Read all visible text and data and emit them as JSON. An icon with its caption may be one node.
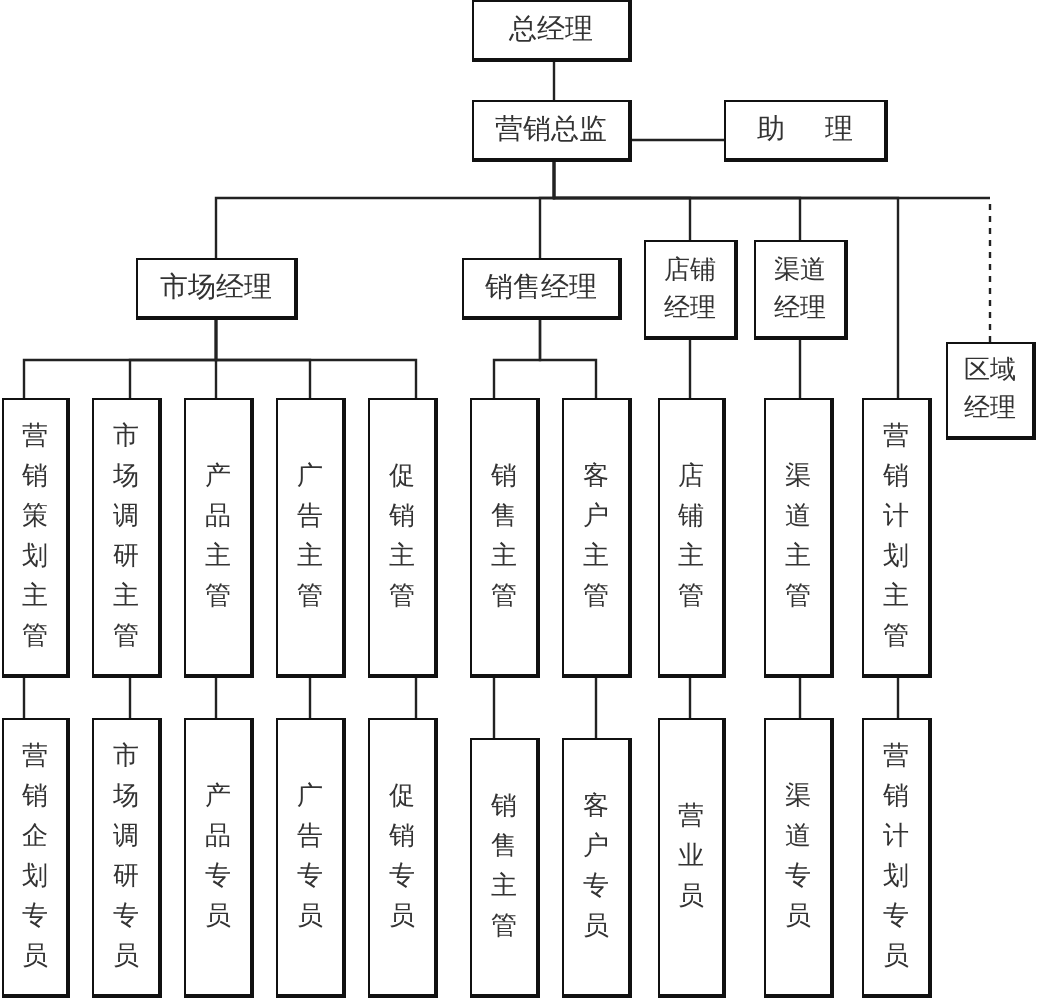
{
  "diagram": {
    "nodes": [
      {
        "text": [
          "总经理"
        ]
      },
      {
        "text": [
          "营销总监"
        ]
      },
      {
        "text": [
          "助 理"
        ]
      },
      {
        "text": [
          "市场经理"
        ]
      },
      {
        "text": [
          "销售经理"
        ]
      },
      {
        "text": [
          "店铺经理"
        ]
      },
      {
        "text": [
          "渠道经理"
        ]
      },
      {
        "text": [
          "区域经理"
        ]
      },
      {
        "text": [
          "营销策划主管"
        ]
      },
      {
        "text": [
          "市场调研主管"
        ]
      },
      {
        "text": [
          "产品主管"
        ]
      },
      {
        "text": [
          "广告主管"
        ]
      },
      {
        "text": [
          "促销主管"
        ]
      },
      {
        "text": [
          "销售主管"
        ]
      },
      {
        "text": [
          "客户主管"
        ]
      },
      {
        "text": [
          "店铺主管"
        ]
      },
      {
        "text": [
          "渠道主管"
        ]
      },
      {
        "text": [
          "营销计划主管"
        ]
      },
      {
        "text": [
          "营销企划专员"
        ]
      },
      {
        "text": [
          "市场调研专员"
        ]
      },
      {
        "text": [
          "产品专员"
        ]
      },
      {
        "text": [
          "广告专员"
        ]
      },
      {
        "text": [
          "促销专员"
        ]
      },
      {
        "text": [
          "销售主管"
        ]
      },
      {
        "text": [
          "客户专员"
        ]
      },
      {
        "text": [
          "营业员"
        ]
      },
      {
        "text": [
          "渠道专员"
        ]
      },
      {
        "text": [
          "营销计划专员"
        ]
      }
    ],
    "edges": [
      {
        "from": 0,
        "to": 1,
        "arrow": "none"
      },
      {
        "from": 1,
        "to": 2,
        "arrow": "none"
      },
      {
        "from": 1,
        "to": 3,
        "arrow": "none"
      },
      {
        "from": 1,
        "to": 4,
        "arrow": "none"
      },
      {
        "from": 1,
        "to": 5,
        "arrow": "none"
      },
      {
        "from": 1,
        "to": 6,
        "arrow": "none"
      },
      {
        "from": 1,
        "to": 17,
        "arrow": "none"
      },
      {
        "from": 1,
        "to": 7,
        "arrow": "none",
        "style": "dashed"
      },
      {
        "from": 3,
        "to": 8,
        "arrow": "none"
      },
      {
        "from": 3,
        "to": 9,
        "arrow": "none"
      },
      {
        "from": 3,
        "to": 10,
        "arrow": "none"
      },
      {
        "from": 3,
        "to": 11,
        "arrow": "none"
      },
      {
        "from": 3,
        "to": 12,
        "arrow": "none"
      },
      {
        "from": 4,
        "to": 13,
        "arrow": "none"
      },
      {
        "from": 4,
        "to": 14,
        "arrow": "none"
      },
      {
        "from": 5,
        "to": 15,
        "arrow": "none"
      },
      {
        "from": 6,
        "to": 16,
        "arrow": "none"
      },
      {
        "from": 8,
        "to": 18,
        "arrow": "none"
      },
      {
        "from": 9,
        "to": 19,
        "arrow": "none"
      },
      {
        "from": 10,
        "to": 20,
        "arrow": "none"
      },
      {
        "from": 11,
        "to": 21,
        "arrow": "none"
      },
      {
        "from": 12,
        "to": 22,
        "arrow": "none"
      },
      {
        "from": 13,
        "to": 23,
        "arrow": "none"
      },
      {
        "from": 14,
        "to": 24,
        "arrow": "none"
      },
      {
        "from": 15,
        "to": 25,
        "arrow": "none"
      },
      {
        "from": 16,
        "to": 26,
        "arrow": "none"
      },
      {
        "from": 17,
        "to": 27,
        "arrow": "none"
      }
    ]
  }
}
